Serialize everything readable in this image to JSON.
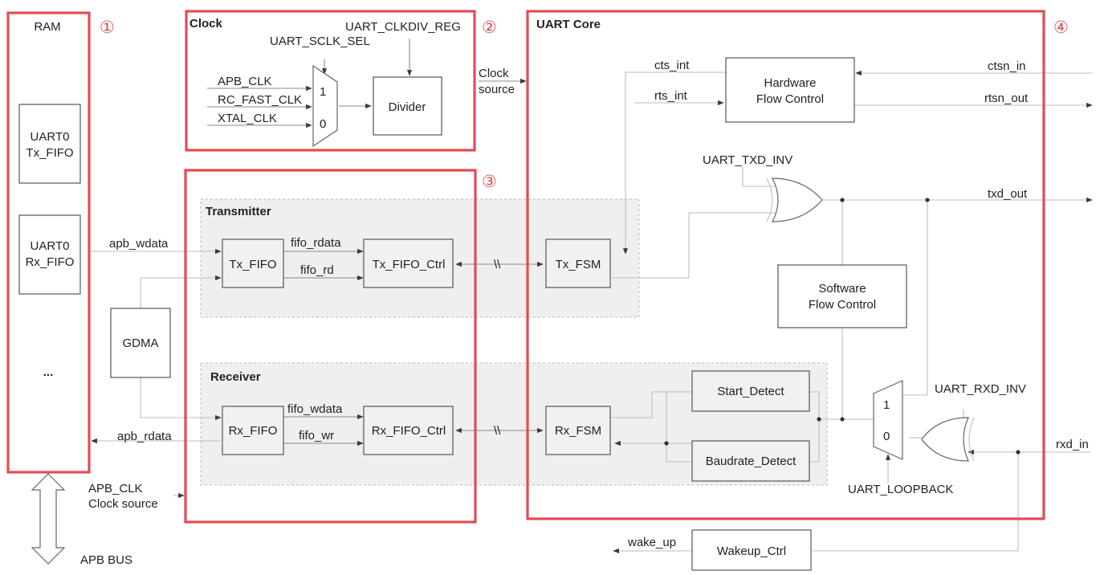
{
  "diagram": {
    "regions": {
      "ram": {
        "title": "RAM",
        "number": "①"
      },
      "clock": {
        "title": "Clock",
        "number": "②"
      },
      "fifo": {
        "number": "③"
      },
      "core": {
        "title": "UART Core",
        "number": "④"
      }
    },
    "ram": {
      "tx_fifo": {
        "line1": "UART0",
        "line2": "Tx_FIFO"
      },
      "rx_fifo": {
        "line1": "UART0",
        "line2": "Rx_FIFO"
      },
      "more": "..."
    },
    "clock": {
      "clkdiv_reg": "UART_CLKDIV_REG",
      "sclk_sel": "UART_SCLK_SEL",
      "inputs": [
        "APB_CLK",
        "RC_FAST_CLK",
        "XTAL_CLK"
      ],
      "mux_in1": "1",
      "mux_in0": "0",
      "divider": "Divider"
    },
    "clock_source": {
      "line1": "Clock",
      "line2": "source"
    },
    "gdma": "GDMA",
    "transmitter": {
      "title": "Transmitter",
      "fifo": "Tx_FIFO",
      "ctrl": "Tx_FIFO_Ctrl",
      "sig_data": "fifo_rdata",
      "sig_ctrl": "fifo_rd",
      "fsm": "Tx_FSM"
    },
    "receiver": {
      "title": "Receiver",
      "fifo": "Rx_FIFO",
      "ctrl": "Rx_FIFO_Ctrl",
      "sig_data": "fifo_wdata",
      "sig_ctrl": "fifo_wr",
      "fsm": "Rx_FSM"
    },
    "break_mark": "\\\\",
    "bus_signals": {
      "apb_wdata": "apb_wdata",
      "apb_rdata": "apb_rdata",
      "apb_clk": "APB_CLK",
      "clock_source": "Clock source",
      "apb_bus": "APB BUS"
    },
    "core": {
      "hw_flow": {
        "line1": "Hardware",
        "line2": "Flow Control"
      },
      "sw_flow": {
        "line1": "Software",
        "line2": "Flow Control"
      },
      "cts_int": "cts_int",
      "rts_int": "rts_int",
      "ctsn_in": "ctsn_in",
      "rtsn_out": "rtsn_out",
      "txd_inv": "UART_TXD_INV",
      "txd_out": "txd_out",
      "start_detect": "Start_Detect",
      "baud_detect": "Baudrate_Detect",
      "loop_in1": "1",
      "loop_in0": "0",
      "rxd_inv": "UART_RXD_INV",
      "rxd_in": "rxd_in",
      "loopback": "UART_LOOPBACK"
    },
    "wakeup": {
      "signal": "wake_up",
      "ctrl": "Wakeup_Ctrl"
    }
  }
}
